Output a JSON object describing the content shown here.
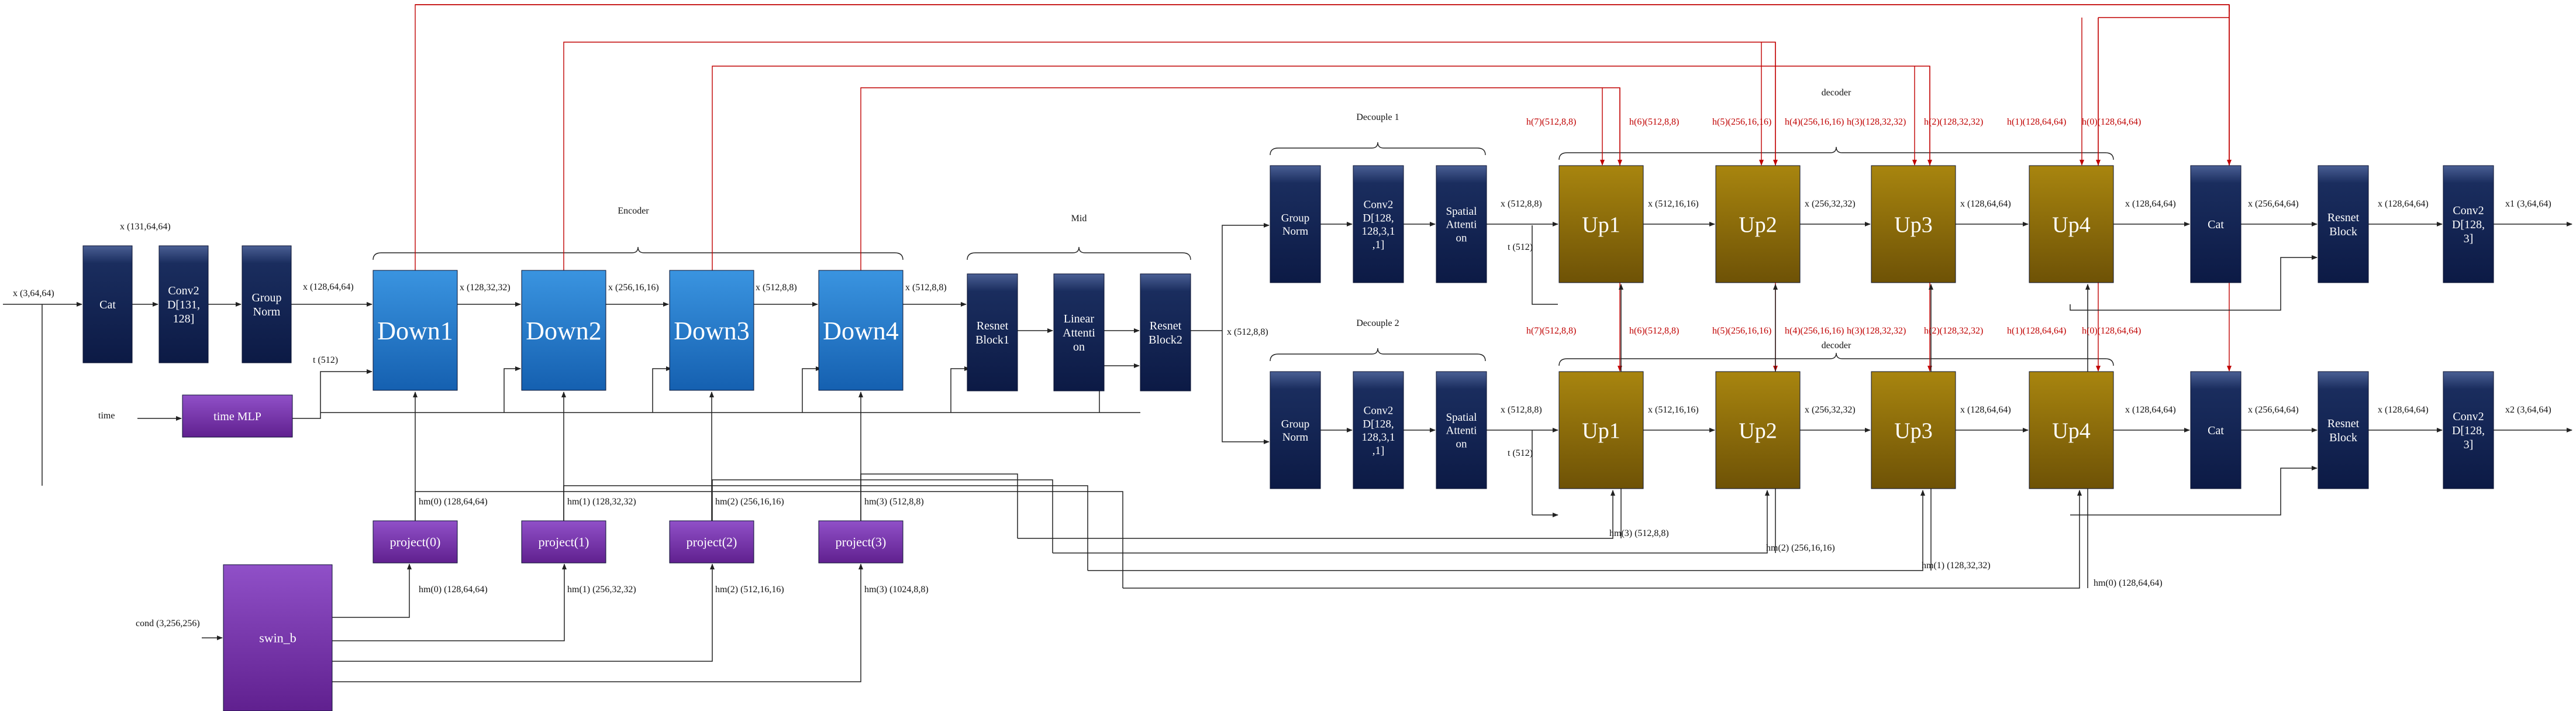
{
  "colors": {
    "navy": "#1a2d5e",
    "navy_dark": "#0c1a45",
    "blue": "#1d72c8",
    "blue_light": "#3a94e0",
    "gold": "#7f6008",
    "gold_light": "#a8850f",
    "purple": "#7030a0",
    "red": "#c00000",
    "line": "#222222"
  },
  "input": {
    "x_label": "x (3,64,64)",
    "time_label": "time",
    "cond_label": "cond (3,256,256)"
  },
  "pre": {
    "cat": "Cat",
    "cat_out": "x (131,64,64)",
    "conv": "Conv2 D[131, 128]",
    "gn": "Group Norm",
    "gn_out": "x (128,64,64)",
    "time_mlp": "time MLP",
    "t_label": "t (512)"
  },
  "encoder": {
    "title": "Encoder",
    "blocks": [
      "Down1",
      "Down2",
      "Down3",
      "Down4"
    ],
    "outs": [
      "x (128,32,32)",
      "x (256,16,16)",
      "x (512,8,8)",
      "x (512,8,8)"
    ]
  },
  "projects": {
    "blocks": [
      "project(0)",
      "project(1)",
      "project(2)",
      "project(3)"
    ],
    "outs": [
      "hm(0) (128,64,64)",
      "hm(1) (128,32,32)",
      "hm(2) (256,16,16)",
      "hm(3) (512,8,8)"
    ],
    "ins": [
      "hm(0) (128,64,64)",
      "hm(1) (256,32,32)",
      "hm(2) (512,16,16)",
      "hm(3) (1024,8,8)"
    ]
  },
  "swin": "swin_b",
  "mid": {
    "title": "Mid",
    "blocks": [
      "Resnet Block1",
      "Linear Attenti on",
      "Resnet Block2"
    ],
    "out": "x (512,8,8)"
  },
  "branches": [
    {
      "decouple": "Decouple 1",
      "decoder_title": "decoder",
      "pre_blocks": [
        "Group Norm",
        "Conv2 D[128, 128,3,1 ,1]",
        "Spatial Attenti on"
      ],
      "in_label": "x (512,8,8)",
      "t_label": "t (512)",
      "ups": [
        "Up1",
        "Up2",
        "Up3",
        "Up4"
      ],
      "up_outs": [
        "x (512,16,16)",
        "x (256,32,32)",
        "x (128,64,64)",
        "x (128,64,64)"
      ],
      "h_labels": [
        "h(7)(512,8,8)",
        "h(6)(512,8,8)",
        "h(5)(256,16,16)",
        "h(4)(256,16,16)",
        "h(3)(128,32,32)",
        "h(2)(128,32,32)",
        "h(1)(128,64,64)",
        "h(0)(128,64,64)"
      ],
      "cat": "Cat",
      "cat_out": "x (256,64,64)",
      "resnet": "Resnet Block",
      "resnet_out": "x (128,64,64)",
      "conv": "Conv2 D[128, 3]",
      "final": "x1 (3,64,64)"
    },
    {
      "decouple": "Decouple 2",
      "decoder_title": "decoder",
      "pre_blocks": [
        "Group Norm",
        "Conv2 D[128, 128,3,1 ,1]",
        "Spatial Attenti on"
      ],
      "in_label": "x (512,8,8)",
      "t_label": "t (512)",
      "ups": [
        "Up1",
        "Up2",
        "Up3",
        "Up4"
      ],
      "up_outs": [
        "x (512,16,16)",
        "x (256,32,32)",
        "x (128,64,64)",
        "x (128,64,64)"
      ],
      "h_labels": [
        "h(7)(512,8,8)",
        "h(6)(512,8,8)",
        "h(5)(256,16,16)",
        "h(4)(256,16,16)",
        "h(3)(128,32,32)",
        "h(2)(128,32,32)",
        "h(1)(128,64,64)",
        "h(0)(128,64,64)"
      ],
      "cat": "Cat",
      "cat_out": "x (256,64,64)",
      "resnet": "Resnet Block",
      "resnet_out": "x (128,64,64)",
      "conv": "Conv2 D[128, 3]",
      "final": "x2 (3,64,64)"
    }
  ],
  "hm_bottom": [
    "hm(3) (512,8,8)",
    "hm(2) (256,16,16)",
    "hm(1) (128,32,32)",
    "hm(0) (128,64,64)"
  ]
}
